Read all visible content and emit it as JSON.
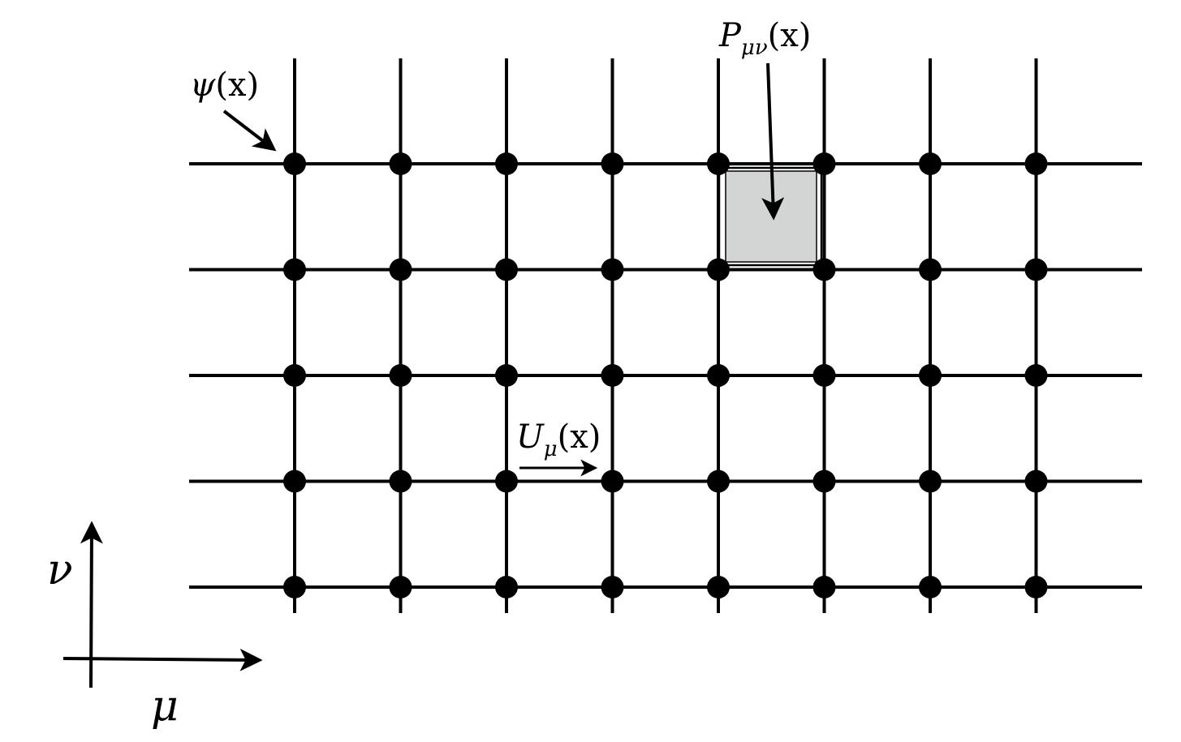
{
  "labels": {
    "field": "ψ(x)",
    "field_symbol": "ψ",
    "field_arg": "(x)",
    "plaquette_symbol": "P",
    "plaquette_sub": "μν",
    "plaquette_arg": "(x)",
    "link_symbol": "U",
    "link_sub": "μ",
    "link_arg": "(x)",
    "axis_nu": "ν",
    "axis_mu": "μ"
  },
  "lattice": {
    "columns": 8,
    "rows": 5
  },
  "colors": {
    "lines": "#000000",
    "plaquette_fill": "#d3d4d4",
    "background": "#ffffff"
  }
}
